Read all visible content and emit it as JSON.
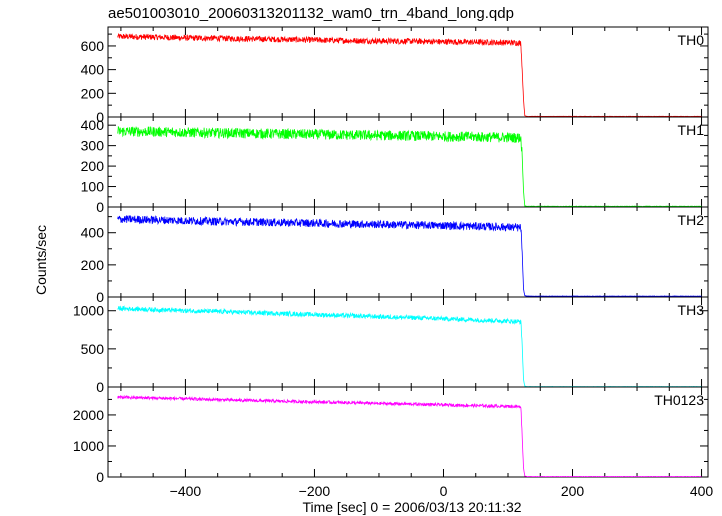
{
  "chart_data": {
    "type": "line",
    "title": "ae501003010_20060313201132_wam0_trn_4band_long.qdp",
    "xlabel": "Time [sec] 0 = 2006/03/13 20:11:32",
    "ylabel": "Counts/sec",
    "xlim": [
      -520,
      410
    ],
    "x_ticks": [
      -400,
      -200,
      0,
      200,
      400
    ],
    "x_tick_labels": [
      "−400",
      "−200",
      "0",
      "200",
      "400"
    ],
    "panels": [
      {
        "name": "TH0",
        "color": "#ff0000",
        "ylim": [
          0,
          760
        ],
        "y_ticks": [
          0,
          200,
          400,
          600
        ],
        "y_tick_labels": [
          "0",
          "200",
          "400",
          "600"
        ],
        "x": [
          -505,
          -450,
          -400,
          -350,
          -300,
          -250,
          -200,
          -150,
          -100,
          -50,
          0,
          50,
          100,
          120,
          122,
          124,
          126,
          130,
          200,
          300,
          400
        ],
        "y": [
          680,
          675,
          668,
          665,
          660,
          655,
          650,
          645,
          642,
          640,
          636,
          632,
          628,
          625,
          400,
          150,
          10,
          5,
          5,
          5,
          5
        ],
        "noise": 25
      },
      {
        "name": "TH1",
        "color": "#00ff00",
        "ylim": [
          0,
          440
        ],
        "y_ticks": [
          0,
          100,
          200,
          300,
          400
        ],
        "y_tick_labels": [
          "0",
          "100",
          "200",
          "300",
          "400"
        ],
        "x": [
          -505,
          -450,
          -400,
          -350,
          -300,
          -250,
          -200,
          -150,
          -100,
          -50,
          0,
          50,
          100,
          120,
          122,
          124,
          126,
          130,
          200,
          300,
          400
        ],
        "y": [
          370,
          368,
          365,
          362,
          360,
          357,
          355,
          352,
          350,
          348,
          345,
          343,
          340,
          338,
          250,
          80,
          5,
          3,
          3,
          3,
          3
        ],
        "noise": 25
      },
      {
        "name": "TH2",
        "color": "#0000ff",
        "ylim": [
          0,
          560
        ],
        "y_ticks": [
          0,
          200,
          400
        ],
        "y_tick_labels": [
          "0",
          "200",
          "400"
        ],
        "x": [
          -505,
          -450,
          -400,
          -350,
          -300,
          -250,
          -200,
          -150,
          -100,
          -50,
          0,
          50,
          100,
          120,
          122,
          124,
          126,
          130,
          200,
          300,
          400
        ],
        "y": [
          485,
          480,
          475,
          470,
          467,
          463,
          460,
          455,
          452,
          448,
          445,
          440,
          435,
          430,
          280,
          50,
          8,
          5,
          5,
          5,
          5
        ],
        "noise": 25
      },
      {
        "name": "TH3",
        "color": "#00ffff",
        "ylim": [
          0,
          1180
        ],
        "y_ticks": [
          0,
          500,
          1000
        ],
        "y_tick_labels": [
          "0",
          "500",
          "1000"
        ],
        "x": [
          -505,
          -450,
          -400,
          -350,
          -300,
          -250,
          -200,
          -150,
          -100,
          -50,
          0,
          50,
          100,
          120,
          122,
          124,
          126,
          130,
          200,
          300,
          400
        ],
        "y": [
          1030,
          1015,
          1000,
          990,
          975,
          962,
          950,
          935,
          922,
          910,
          895,
          880,
          865,
          855,
          550,
          100,
          10,
          5,
          5,
          5,
          5
        ],
        "noise": 30
      },
      {
        "name": "TH0123",
        "color": "#ff00ff",
        "ylim": [
          0,
          2900
        ],
        "y_ticks": [
          0,
          1000,
          2000
        ],
        "y_tick_labels": [
          "0",
          "1000",
          "2000"
        ],
        "x": [
          -505,
          -450,
          -400,
          -350,
          -300,
          -250,
          -200,
          -150,
          -100,
          -50,
          0,
          50,
          100,
          120,
          122,
          124,
          126,
          130,
          200,
          300,
          400
        ],
        "y": [
          2570,
          2545,
          2520,
          2490,
          2465,
          2440,
          2420,
          2395,
          2370,
          2350,
          2325,
          2300,
          2280,
          2265,
          1300,
          300,
          30,
          15,
          15,
          15,
          15
        ],
        "noise": 50
      }
    ]
  }
}
